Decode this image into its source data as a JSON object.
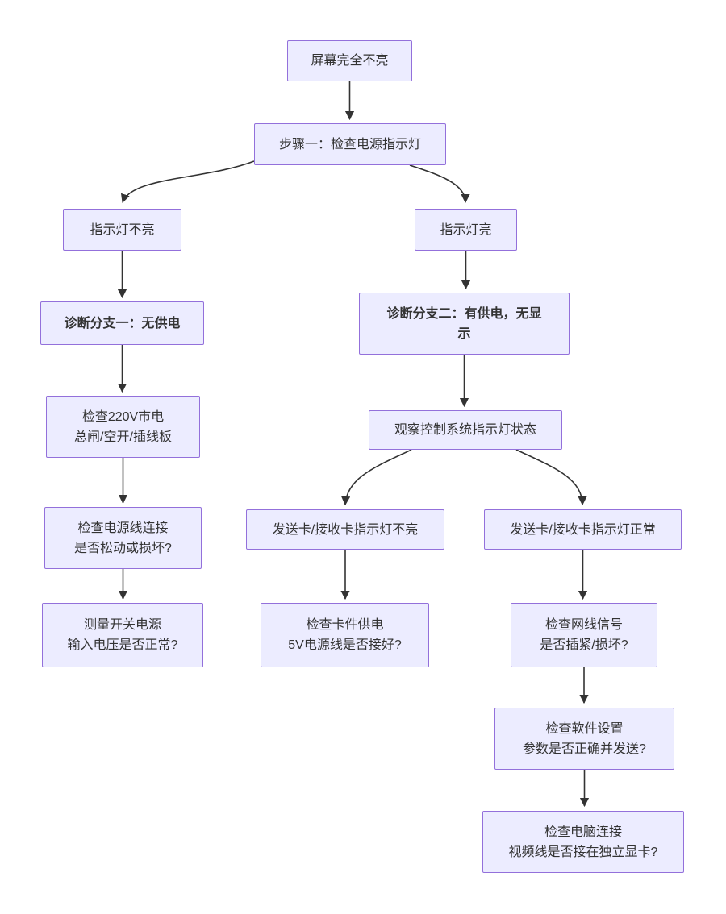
{
  "flowchart": {
    "colors": {
      "node_fill": "#ECECFF",
      "node_border": "#9370DB",
      "edge_stroke": "#333333",
      "text": "#333333",
      "background": "#FFFFFF"
    },
    "nodes": [
      {
        "id": "screen-dark",
        "label": "屏幕完全不亮",
        "emphasis": false
      },
      {
        "id": "step1",
        "label": "步骤一：检查电源指示灯",
        "emphasis": false
      },
      {
        "id": "led-off",
        "label": "指示灯不亮",
        "emphasis": false
      },
      {
        "id": "led-on",
        "label": "指示灯亮",
        "emphasis": false
      },
      {
        "id": "branch1",
        "label": "诊断分支一：无供电",
        "emphasis": true
      },
      {
        "id": "branch2",
        "label": "诊断分支二：有供电，无显示",
        "emphasis": true
      },
      {
        "id": "check220",
        "label": "检查220V市电\n总闸/空开/插线板",
        "emphasis": false
      },
      {
        "id": "observe",
        "label": "观察控制系统指示灯状态",
        "emphasis": false
      },
      {
        "id": "checkpower",
        "label": "检查电源线连接\n是否松动或损坏?",
        "emphasis": false
      },
      {
        "id": "card-off",
        "label": "发送卡/接收卡指示灯不亮",
        "emphasis": false
      },
      {
        "id": "card-ok",
        "label": "发送卡/接收卡指示灯正常",
        "emphasis": false
      },
      {
        "id": "measure",
        "label": "测量开关电源\n输入电压是否正常?",
        "emphasis": false
      },
      {
        "id": "check5v",
        "label": "检查卡件供电\n5V电源线是否接好?",
        "emphasis": false
      },
      {
        "id": "checklan",
        "label": "检查网线信号\n是否插紧/损坏?",
        "emphasis": false
      },
      {
        "id": "checksw",
        "label": "检查软件设置\n参数是否正确并发送?",
        "emphasis": false
      },
      {
        "id": "checkpc",
        "label": "检查电脑连接\n视频线是否接在独立显卡?",
        "emphasis": false
      }
    ],
    "edges": [
      {
        "from": "screen-dark",
        "to": "step1"
      },
      {
        "from": "step1",
        "to": "led-off"
      },
      {
        "from": "step1",
        "to": "led-on"
      },
      {
        "from": "led-off",
        "to": "branch1"
      },
      {
        "from": "led-on",
        "to": "branch2"
      },
      {
        "from": "branch1",
        "to": "check220"
      },
      {
        "from": "branch2",
        "to": "observe"
      },
      {
        "from": "check220",
        "to": "checkpower"
      },
      {
        "from": "checkpower",
        "to": "measure"
      },
      {
        "from": "observe",
        "to": "card-off"
      },
      {
        "from": "observe",
        "to": "card-ok"
      },
      {
        "from": "card-off",
        "to": "check5v"
      },
      {
        "from": "card-ok",
        "to": "checklan"
      },
      {
        "from": "checklan",
        "to": "checksw"
      },
      {
        "from": "checksw",
        "to": "checkpc"
      }
    ]
  }
}
